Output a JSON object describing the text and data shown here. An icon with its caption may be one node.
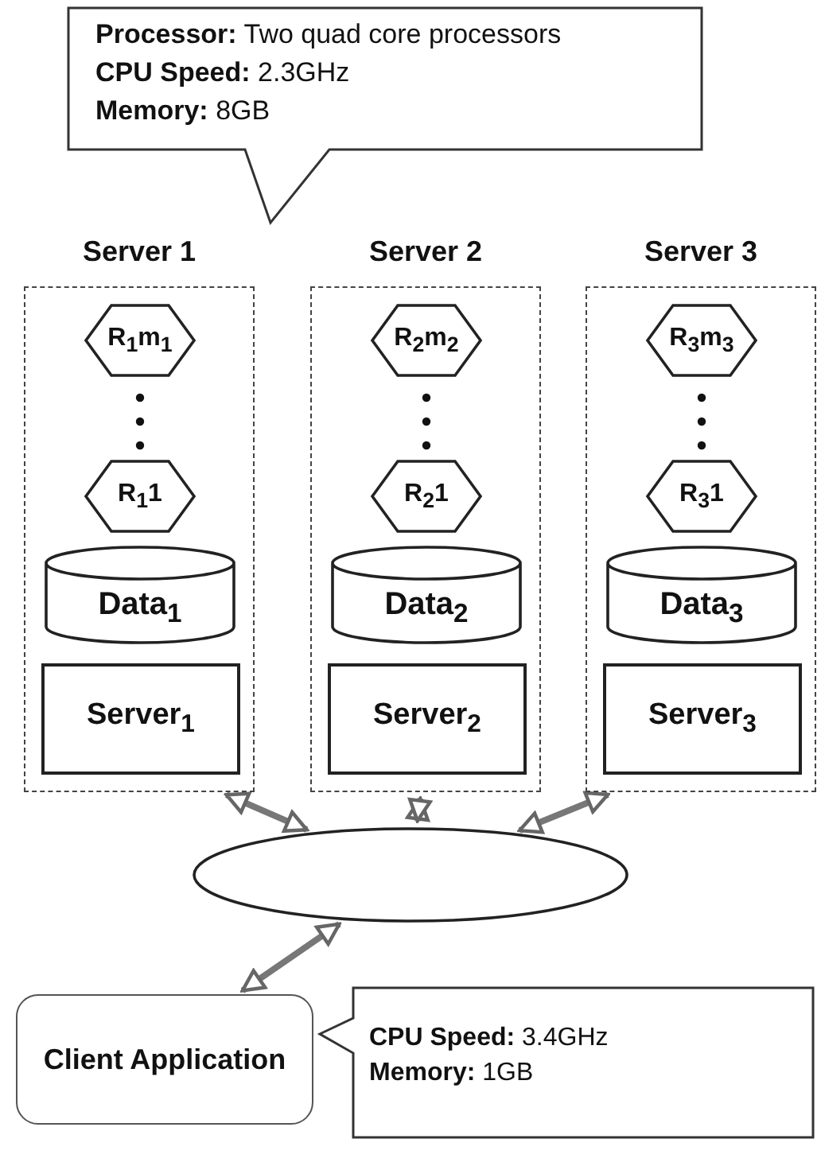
{
  "diagram": {
    "nodes": [
      {
        "text": [
          "**Processor:** Two quad core processors",
          "**CPU Speed:** 2.3GHz",
          "**Memory:** 8GB"
        ]
      },
      {
        "text": [
          "Server 1"
        ]
      },
      {
        "text": [
          "R$_{1}$m$_{1}$"
        ],
        "in": 1
      },
      {
        "text": [
          "R$_{1}$1"
        ],
        "in": 1
      },
      {
        "text": [
          "Data$_{1}$"
        ],
        "in": 1
      },
      {
        "text": [
          "Server$_{1}$"
        ],
        "in": 1
      },
      {
        "text": [
          "Server 2"
        ]
      },
      {
        "text": [
          "R$_{2}$m$_{2}$"
        ],
        "in": 6
      },
      {
        "text": [
          "R$_{2}$1"
        ],
        "in": 6
      },
      {
        "text": [
          "Data$_{2}$"
        ],
        "in": 6
      },
      {
        "text": [
          "Server$_{2}$"
        ],
        "in": 6
      },
      {
        "text": [
          "Server 3"
        ]
      },
      {
        "text": [
          "R$_{3}$m$_{3}$"
        ],
        "in": 11
      },
      {
        "text": [
          "R$_{3}$1"
        ],
        "in": 11
      },
      {
        "text": [
          "Data$_{3}$"
        ],
        "in": 11
      },
      {
        "text": [
          "Server$_{3}$"
        ],
        "in": 11
      },
      {
        "text": [],
        "shape": "ellipse"
      },
      {
        "text": [
          "Client Application"
        ]
      },
      {
        "text": [
          "**CPU Speed:** 3.4GHz",
          "**Memory:** 1GB"
        ]
      }
    ],
    "edges": [
      {
        "from": 1,
        "to": 16,
        "arrow": "both"
      },
      {
        "from": 6,
        "to": 16,
        "arrow": "both"
      },
      {
        "from": 11,
        "to": 16,
        "arrow": "both"
      },
      {
        "from": 16,
        "to": 17,
        "arrow": "both"
      }
    ]
  }
}
